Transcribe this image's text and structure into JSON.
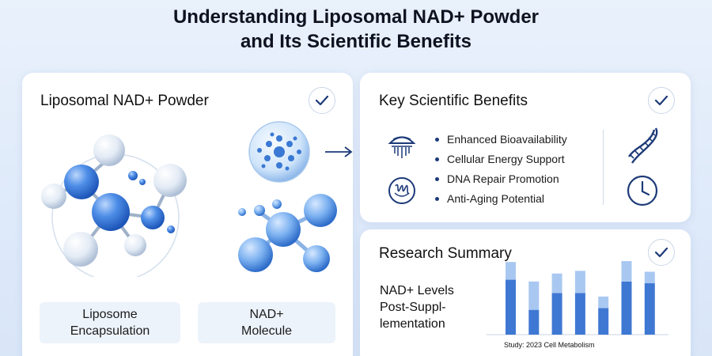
{
  "title_line1": "Understanding Liposomal NAD+ Powder",
  "title_line2": "and Its Scientific Benefits",
  "left_card": {
    "title": "Liposomal NAD+ Powder",
    "label_liposome_line1": "Liposome",
    "label_liposome_line2": "Encapsulation",
    "label_nad_line1": "NAD+",
    "label_nad_line2": "Molecule"
  },
  "benefits_card": {
    "title": "Key Scientific Benefits",
    "items": [
      "Enhanced Bioavailability",
      "Cellular Energy Support",
      "DNA Repair Promotion",
      "Anti-Aging Potential"
    ]
  },
  "research_card": {
    "title": "Research Summary",
    "text_line1": "NAD+ Levels",
    "text_line2": "Post-Suppl-",
    "text_line3": "lementation",
    "study": "Study: 2023 Cell Metabolism"
  },
  "chart_data": {
    "type": "bar",
    "series": [
      {
        "values": [
          62,
          28,
          47,
          47,
          30,
          60,
          58
        ]
      },
      {
        "values": [
          20,
          32,
          22,
          25,
          13,
          25,
          13
        ]
      }
    ],
    "colors": {
      "dark": "#3f78d3",
      "light": "#a9c8f1"
    }
  }
}
